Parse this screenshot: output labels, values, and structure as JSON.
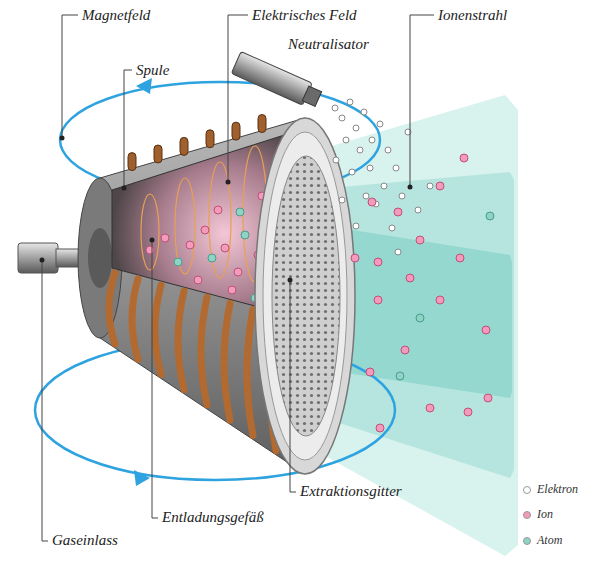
{
  "diagram": {
    "labels": [
      "Magnetfeld",
      "Elektrisches Feld",
      "Ionenstrahl",
      "Neutralisator",
      "Spule",
      "Extraktionsgitter",
      "Entladungsgefäß",
      "Gaseinlass"
    ],
    "legend": [
      {
        "text": "Elektron",
        "color": "#ffffff"
      },
      {
        "text": "Ion",
        "color": "#f29bbb"
      },
      {
        "text": "Atom",
        "color": "#8ed3c4"
      }
    ]
  }
}
